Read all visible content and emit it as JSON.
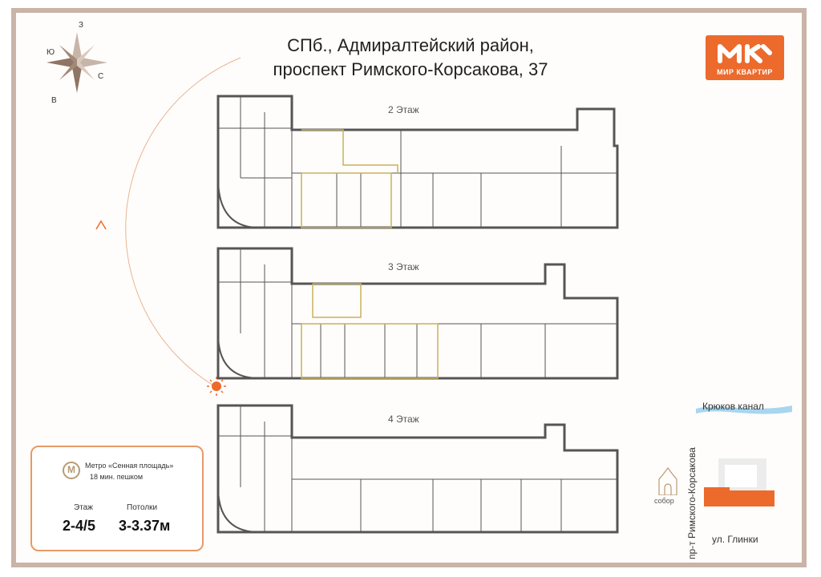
{
  "header": {
    "title_line1": "СПб., Адмиралтейский район,",
    "title_line2": "проспект Римского-Корсакова, 37"
  },
  "logo": {
    "text": "МИР КВАРТИР",
    "color": "#ec6a2c"
  },
  "compass": {
    "n": "З",
    "s": "В",
    "e": "С",
    "w": "Ю"
  },
  "floors": [
    {
      "label": "2 Этаж"
    },
    {
      "label": "3 Этаж"
    },
    {
      "label": "4 Этаж"
    }
  ],
  "info": {
    "metro": "Метро «Сенная площадь»",
    "walk": "18 мин. пешком",
    "floor_label": "Этаж",
    "floor_value": "2-4/5",
    "ceiling_label": "Потолки",
    "ceiling_value": "3-3.37м"
  },
  "map": {
    "canal": "Крюков канал",
    "street_vertical": "пр-т Римского-Корсакова",
    "street_horizontal": "ул. Глинки",
    "sobor": "собор"
  },
  "colors": {
    "accent": "#ec6a2c",
    "wall": "#555555",
    "highlight": "#c9b15a",
    "frame": "#c9b4a7"
  }
}
